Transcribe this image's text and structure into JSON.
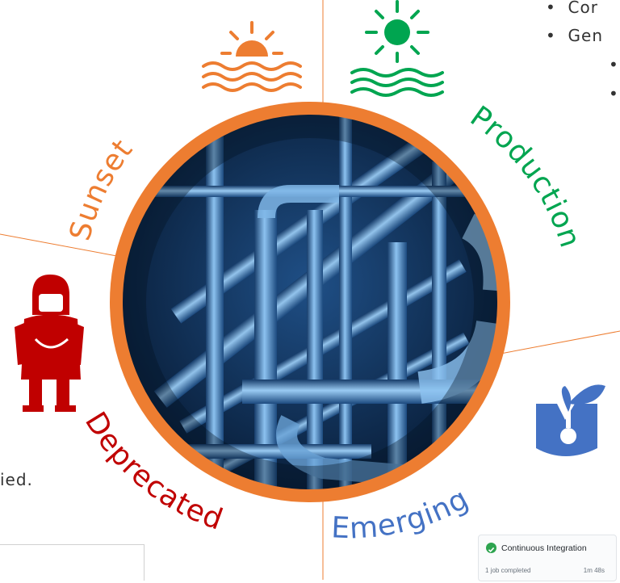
{
  "stages": {
    "sunset": {
      "label": "Sunset",
      "color": "#ed7d31"
    },
    "production": {
      "label": "Production",
      "color": "#00a550"
    },
    "emerging": {
      "label": "Emerging",
      "color": "#4472c4"
    },
    "deprecated": {
      "label": "Deprecated",
      "color": "#c00000"
    }
  },
  "ring": {
    "color": "#ed7d31"
  },
  "bullets": {
    "item1": "Cor",
    "item2": "Gen",
    "sub1": "",
    "sub2": ""
  },
  "cutoff_text": "ied.",
  "ci_card": {
    "title": "Continuous Integration",
    "subtitle": "1 job completed",
    "duration": "1m 48s"
  },
  "icons": {
    "sunset": "sunset-icon",
    "production": "sun-over-water-icon",
    "emerging": "sprout-icon",
    "deprecated": "caveman-icon"
  }
}
